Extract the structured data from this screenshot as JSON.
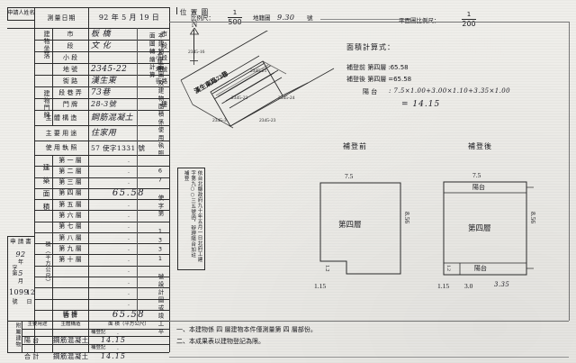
{
  "document": {
    "top_right_mark": "",
    "application_form_label": "申請書",
    "applicant_name_label": "申請人姓名",
    "applicant_name_value": "",
    "survey_date_label": "測量日期",
    "survey_date_value": "92 年 5 月 19 日"
  },
  "building_location": {
    "section_label": "建物坐落",
    "rows": [
      {
        "label_left": "市",
        "label_right": "市",
        "value": "板 橋"
      },
      {
        "label_left": "段",
        "label_right": "段",
        "value": "文 化"
      },
      {
        "label_left": "小 段",
        "label_right": "小段",
        "value": ""
      },
      {
        "label_left": "地 號",
        "label_right": "地號",
        "value": "2345-22"
      }
    ]
  },
  "door_plate": {
    "section_label": "建物門牌",
    "rows": [
      {
        "label": "街 路",
        "suffix": "街路",
        "value": "漢生東"
      },
      {
        "label": "段 巷 弄",
        "suffix": "",
        "value": "73巷"
      },
      {
        "label": "門 牌",
        "suffix": "樓",
        "value": "28-3號"
      }
    ]
  },
  "structure": {
    "main_structure_label": "主 體 構 造",
    "main_structure_value": "鋼筋混凝土",
    "main_use_label": "主 要 用 途",
    "main_use_value": "住家用",
    "license_label": "使 用 執 照",
    "license_value": "57 使字1331 號"
  },
  "floor_table": {
    "side_label": "建 築 面 積",
    "unit_label": "積（平方公尺）",
    "unit_side_label": "積 （ 平 方 公 尺 ）",
    "rows": [
      {
        "label": "第 一 層",
        "value": "."
      },
      {
        "label": "第 二 層",
        "value": "."
      },
      {
        "label": "第 三 層",
        "value": "."
      },
      {
        "label": "第 四 層",
        "value": "65.58"
      },
      {
        "label": "第 五 層",
        "value": "."
      },
      {
        "label": "第 六 層",
        "value": "."
      },
      {
        "label": "第 七 層",
        "value": "."
      },
      {
        "label": "第 八 層",
        "value": "."
      },
      {
        "label": "第 九 層",
        "value": "."
      },
      {
        "label": "第 十 層",
        "value": "."
      },
      {
        "label": "",
        "value": "."
      },
      {
        "label": "",
        "value": "."
      },
      {
        "label": "",
        "value": "."
      },
      {
        "label": "",
        "value": "."
      },
      {
        "label": "騎 樓",
        "value": "."
      }
    ],
    "total_label": "合 計",
    "total_value": "65.58"
  },
  "application_block": {
    "title": "申 請 書",
    "year_value": "92",
    "year_unit": "年",
    "month_value": "5",
    "month_unit": "月",
    "day_value": "12",
    "day_unit": "日",
    "number_prefix": "字第",
    "number_value": "1099",
    "number_suffix": "號"
  },
  "attached_building": {
    "side_label": "附 屬 建 物",
    "headers": [
      "主要用途",
      "主體構造",
      "面 積（平方公尺）"
    ],
    "rows": [
      {
        "use": "",
        "structure": "",
        "note": "補登記",
        "area": "."
      },
      {
        "use": "陽 台",
        "structure": "鋼筋混凝土",
        "note": "",
        "area": "14.15"
      },
      {
        "use": "",
        "structure": "",
        "note": "補登記",
        "area": "."
      },
      {
        "use": "合 計",
        "structure": "鋼筋混凝土",
        "note": "",
        "area": "14.15"
      }
    ]
  },
  "vertical_note": {
    "text": "本建物平面圖及建物面積係使用執照 67 使字第 1331 號設計圖或竣工平面圖轉繪計算"
  },
  "stamp_note": {
    "text": "依台北縣政府九十年五月一日北府工建字第九○○三五號函，辦理陽台加註補登"
  },
  "position_map": {
    "title": "位 置 圖",
    "north_label": "N",
    "building_label": "本建物",
    "scale_label": "比例尺：",
    "scale_numerator": "1",
    "scale_denominator": "500",
    "cadastral_label": "地籍圖",
    "cadastral_value": "9.30",
    "cadastral_suffix": "號",
    "street_label": "漢生東路73巷",
    "parcels": [
      {
        "id": "2345-16"
      },
      {
        "id": "2345-21"
      },
      {
        "id": "2345-22"
      },
      {
        "id": "2345-24"
      },
      {
        "id": "2345-3"
      },
      {
        "id": "2345-23"
      }
    ]
  },
  "plan_scale": {
    "label": "平面圖比例尺：",
    "numerator": "1",
    "denominator": "200"
  },
  "area_formula": {
    "title": "面積計算式：",
    "before_label": "補登前 第四層",
    "before_value": ":65.58",
    "after_label": "補登後 第四層",
    "after_value": "=65.58",
    "balcony_label": "陽 台",
    "balcony_expr": ": 7.5×1.00+3.00×1.10+3.35×1.00",
    "balcony_result": "= 14.15"
  },
  "diagram_before": {
    "title": "補登前",
    "floor_label": "第四層",
    "width_label": "7.5",
    "height_label": "8.56",
    "bottom_left_label": "1.15",
    "notch_label": "1.2"
  },
  "diagram_after": {
    "title": "補登後",
    "floor_label": "第四層",
    "width_label": "7.5",
    "height_label": "8.56",
    "balcony_top_label": "陽台",
    "balcony_bottom_label": "陽台",
    "bottom_left_label": "1.15",
    "bottom_mid_label": "3.0",
    "bottom_hand_label": "3.35"
  },
  "footer_notes": [
    "一、本建物係  四  層建物本件僅測量第  四  層部份。",
    "二、本成果表以建物登記為限。"
  ]
}
